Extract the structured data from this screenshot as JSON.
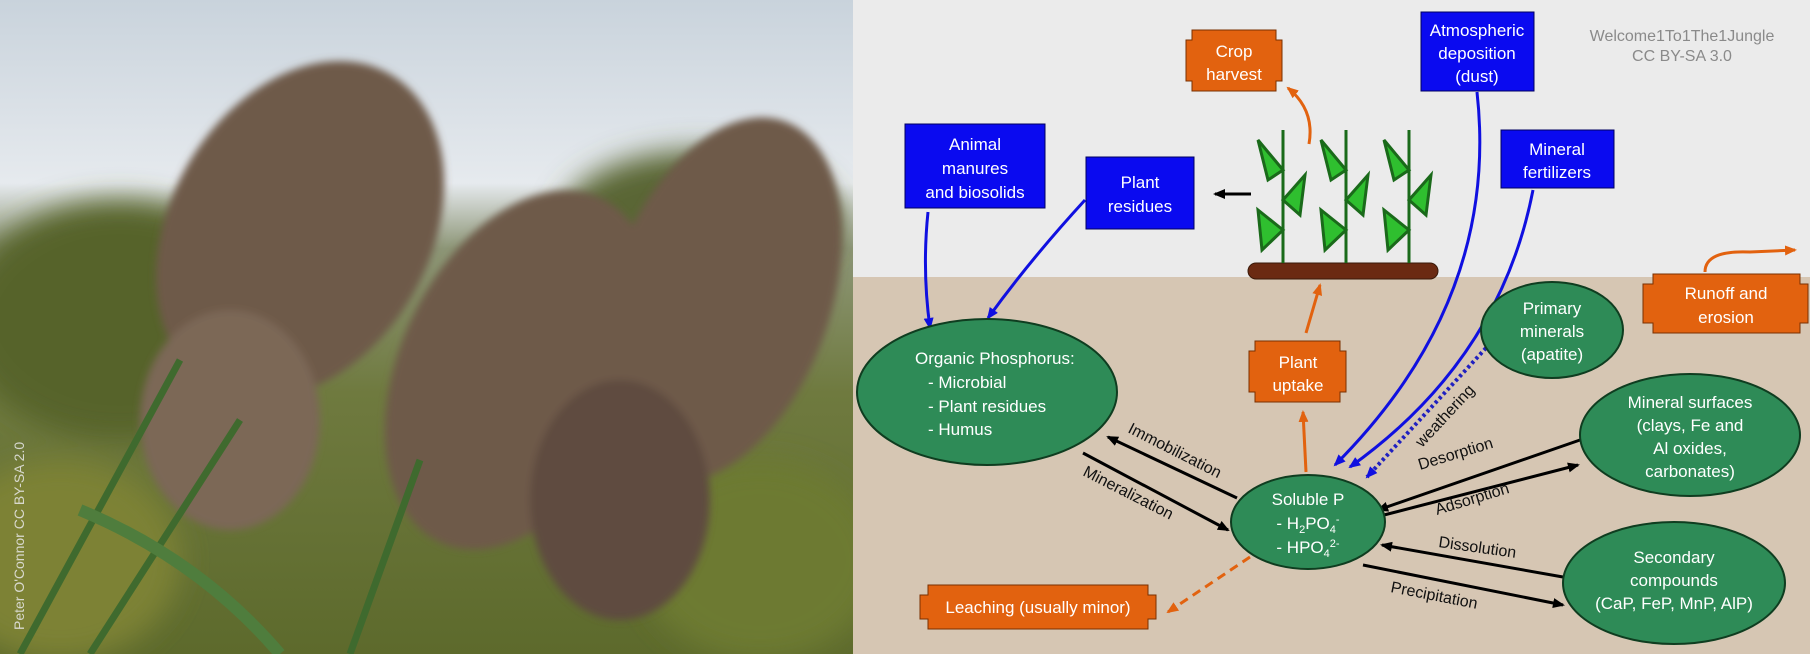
{
  "photo": {
    "credit": "Peter O'Connor CC BY-SA 2.0"
  },
  "diagram": {
    "watermark": {
      "line1": "Welcome1To1The1Jungle",
      "line2": "CC BY-SA 3.0"
    },
    "inputs": {
      "animal_manures": [
        "Animal",
        "manures",
        "and biosolids"
      ],
      "plant_residues": [
        "Plant",
        "residues"
      ],
      "atmospheric": [
        "Atmospheric",
        "deposition",
        "(dust)"
      ],
      "fertilizers": [
        "Mineral",
        "fertilizers"
      ]
    },
    "losses": {
      "crop_harvest": [
        "Crop",
        "harvest"
      ],
      "plant_uptake": [
        "Plant",
        "uptake"
      ],
      "runoff": [
        "Runoff and",
        "erosion"
      ],
      "leaching": "Leaching (usually minor)"
    },
    "pools": {
      "organic": {
        "title": "Organic Phosphorus:",
        "items": [
          "- Microbial",
          "- Plant residues",
          "- Humus"
        ]
      },
      "primary": [
        "Primary",
        "minerals",
        "(apatite)"
      ],
      "mineral_surfaces": [
        "Mineral surfaces",
        "(clays, Fe and",
        "Al oxides,",
        "carbonates)"
      ],
      "secondary": [
        "Secondary",
        "compounds",
        "(CaP, FeP, MnP,  AlP)"
      ],
      "soluble": {
        "title": "Soluble P",
        "h2_prefix": "- H",
        "h2_sub": "2",
        "h2_mid": "PO",
        "h2_sub2": "4",
        "h2_sup": "-",
        "hpo_prefix": "- HPO",
        "hpo_sub": "4",
        "hpo_sup": "2-"
      }
    },
    "processes": {
      "immobilization": "Immobilization",
      "mineralization": "Mineralization",
      "weathering": "weathering",
      "desorption": "Desorption",
      "adsorption": "Adsorption",
      "dissolution": "Dissolution",
      "precipitation": "Precipitation"
    },
    "colors": {
      "sky": "#ebebeb",
      "soil": "#d6c6b3",
      "blue_box": "#0a0af0",
      "orange_box": "#e2620f",
      "green_pool": "#2e8b57"
    }
  }
}
